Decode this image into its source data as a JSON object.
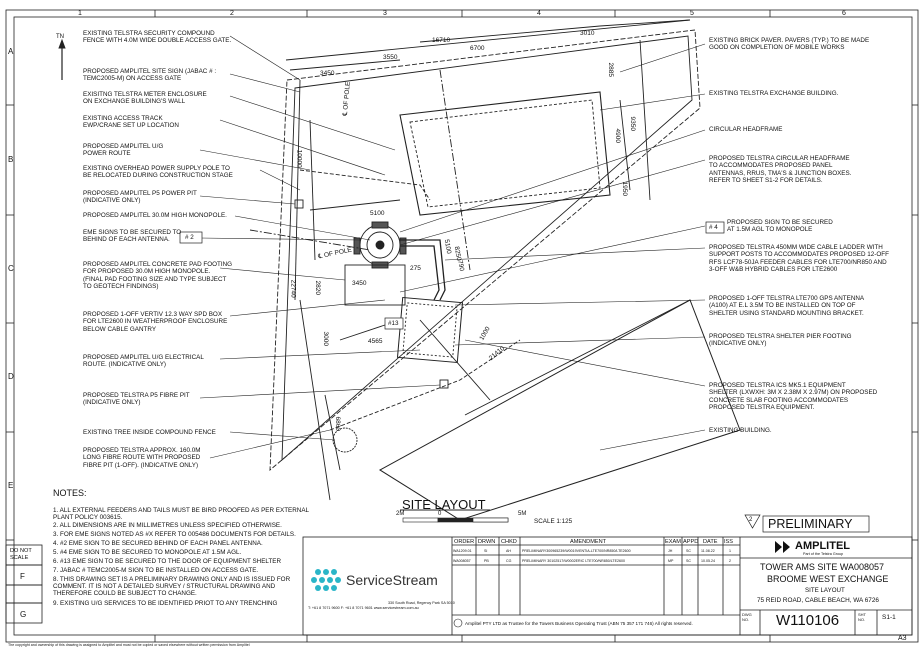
{
  "border": {
    "columns": [
      "1",
      "2",
      "3",
      "4",
      "5",
      "6"
    ],
    "rows": [
      "A",
      "B",
      "C",
      "D",
      "E",
      "F",
      "G"
    ],
    "sheet_size": "A3",
    "copyright": "The copyright and ownership of this drawing is assigned to Amplitel and must not be copied or saved elsewhere without written permission from Amplitel"
  },
  "north_label": "TN",
  "labels_left": [
    "EXISTING TELSTRA SECURITY COMPOUND\nFENCE WITH 4.0m WIDE DOUBLE ACCESS GATE.",
    "PROPOSED AMPLITEL SITE SIGN (JABAC # :\nTEMC2005-M) ON ACCESS GATE",
    "EXISITNG TELSTRA METER ENCLOSURE\nON EXCHANGE BUILDING'S WALL",
    "EXISTING ACCESS TRACK\nEWP/CRANE SET UP LOCATION",
    "PROPOSED AMPLITEL U/G\nPOWER ROUTE",
    "EXISTING OVERHEAD POWER SUPPLY POLE TO\nBE RELOCATED DURING CONSTRUCTION STAGE",
    "PROPOSED AMPLITEL P5 POWER PIT\n(INDICATIVE ONLY)",
    "PROPOSED AMPLITEL 30.0m HIGH  MONOPOLE.",
    "EME SIGNS TO BE SECURED TO\nBEHIND OF EACH ANTENNA.",
    "PROPOSED AMPLITEL CONCRETE PAD FOOTING\nFOR PROPOSED 30.0m HIGH MONOPOLE.\n(FINAL PAD FOOTING SIZE AND TYPE SUBJECT\nTO GEOTECH FINDINGS)",
    "PROPOSED 1-OFF VERTIV 12.3 WAY SPD BOX\nFOR LTE2600 IN WEATHERPROOF ENCLOSURE\nBELOW CABLE GANTRY",
    "PROPOSED AMPLITEL U/G ELECTRICAL\nROUTE. (INDICATIVE ONLY)",
    "PROPOSED TELSTRA P5 FIBRE PIT\n(INDICATIVE ONLY)",
    "EXISTING TREE INSIDE COMPOUND FENCE",
    "PROPOSED TELSTRA APPROX. 160.0m\nLONG FIBRE ROUTE WITH PROPOSED\nFIBRE PIT (1-OFF). (INDICATIVE ONLY)"
  ],
  "labels_right": [
    "EXISTING BRICK PAVER. PAVERS (TYP.) TO BE MADE\nGOOD ON COMPLETION OF MOBILE WORKS",
    "EXISTING TELSTRA  EXCHANGE BUILDING.",
    "CIRCULAR HEADFRAME",
    "PROPOSED TELSTRA CIRCULAR HEADFRAME\nTO ACCOMMODATES PROPOSED PANEL\nANTENNAS, RRUS, TMA'S & JUNCTION BOXES.\nREFER TO SHEET S1-2 FOR DETAILS.",
    "PROPOSED SIGN TO BE SECURED\nAT 1.5m AGL TO MONOPOLE",
    "PROPOSED TELSTRA 450mm WIDE CABLE LADDER WITH\nSUPPORT POSTS TO ACCOMMODATES PROPOSED 12-OFF\nRFS LCF78-50JA FEEDER CABLES FOR LTE700/NR850 AND\n3-OFF W&B HYBRID CABLES FOR LTE2600",
    "PROPOSED 1-OFF TELSTRA LTE700 GPS ANTENNA\n(A100) AT E.L 3.5m TO BE INSTALLED ON TOP OF\nSHELTER USING STANDARD MOUNTING BRACKET.",
    "PROPOSED TELSTRA SHELTER PIER FOOTING\n(INDICATIVE ONLY)",
    "PROPOSED TELSTRA ICS MK5.1 EQUIPMENT\nSHELTER (LxWxH: 3m x 2.38m x 2.97m) ON PROPOSED\nCONCRETE SLAB FOOTING ACCOMMODATES\nPROPOSED TELSTRA EQUIPMENT.",
    "EXISTING BUILDING."
  ],
  "tags": {
    "eme_tag": "# 2",
    "sign_tag": "# 4",
    "tag13": "#13"
  },
  "dimensions": {
    "d16710": "16710",
    "d6700": "6700",
    "d3010": "3010",
    "d3550": "3550",
    "d3450a": "3450",
    "d2885": "2885",
    "d9350": "9350",
    "d4900": "4900",
    "d10000": "10000",
    "d5100": "5100",
    "d5100b": "5100",
    "d8250": "8250",
    "d22740": "22740",
    "d2820": "2820",
    "d3450b": "3450",
    "d275": "275",
    "d3000": "3000",
    "d4565": "4565",
    "d1000": "1000",
    "d21410": "21410",
    "d6860": "6860",
    "d1950": "1950",
    "d790": "790"
  },
  "centre_labels": {
    "pole1": "℄ OF POLE",
    "pole2": "℄ OF POLE"
  },
  "site_layout": {
    "title": "SITE LAYOUT",
    "s0": "2m",
    "s1": "0",
    "s2": "5m",
    "scale": "SCALE 1:125"
  },
  "notes_title": "NOTES:",
  "notes": [
    "1.   ALL EXTERNAL FEEDERS AND TAILS MUST BE BIRD PROOFED AS PER EXTERNAL\n       PLANT POLICY 003615.",
    "2.   ALL DIMENSIONS ARE IN MILLIMETRES UNLESS SPECIFIED OTHERWISE.",
    "3.   FOR EME SIGNS NOTED AS #X REFER TO 005486 DOCUMENTS FOR DETAILS.",
    "4.   #2   EME SIGN TO BE SECURED BEHIND OF EACH PANEL ANTENNA.",
    "5.   #4   EME SIGN TO BE SECURED TO MONOPOLE AT 1.5m AGL.",
    "6.   #13  EME SIGN TO BE SECURED TO THE DOOR OF EQUIPMENT SHELTER",
    "7.   JABAC #  TEMC2005-M SIGN TO BE INSTALLED ON ACCESS GATE.",
    "8.   THIS DRAWING SET IS A PRELIMINARY DRAWING ONLY AND IS ISSUED FOR\n       COMMENT. IT IS NOT A DETAILED SURVEY / STRUCTURAL DRAWING AND\n       THEREFORE COULD BE SUBJECT TO CHANGE.",
    "9.   EXISTING U/G SERVICES TO BE IDENTIFIED PRIOT TO ANY TRENCHING"
  ],
  "side_notes": [
    "DO NOT\nSCALE"
  ],
  "servicestream": {
    "name": "ServiceStream",
    "address": "330 South Road, Regency Park SA 5010",
    "contact": "T: +61 8 7071 9600  F: +61 8 7071 9601  www.servicestream.com.au"
  },
  "revisions": {
    "headers": [
      "ORDER",
      "DRWN",
      "CHKD",
      "AMENDMENT",
      "EXAM",
      "APPD",
      "DATE",
      "ISS"
    ],
    "rows": [
      [
        "WA1209.01",
        "SI",
        "AH",
        "PRELIMINARY300965239/W0019VENTIA-LTE700/NR850/LTE2600",
        "JH",
        "SC",
        "11.08.22",
        "1"
      ],
      [
        "WA008057",
        "PB",
        "CG",
        "PRELIMINARY 30102517/W0002ERIC LTE700/NR850/LTE2600",
        "MP",
        "SC",
        "10.05.24",
        "2"
      ]
    ]
  },
  "trustee": "Amplitel PTY LTD as Trustee for the Towers Business Operating Trust (ABN 75 357 171 746)  All rights reserved.",
  "status": {
    "issue": "2",
    "text": "PRELIMINARY"
  },
  "amplitel": {
    "name": "AMPLITEL",
    "sub": "Part of the Telstra Group"
  },
  "site": {
    "line1": "TOWER AMS SITE WA008057",
    "line2": "BROOME WEST EXCHANGE",
    "sheet_title": "SITE LAYOUT",
    "address": "75 REID ROAD, CABLE BEACH, WA 6726"
  },
  "drawing": {
    "dwg_label": "DWG\nNO.",
    "number": "W110106",
    "sht_label": "SHT\nNO.",
    "sheet": "S1-1"
  },
  "colors": {
    "line": "#222222",
    "accent": "#2ab5c8",
    "bg": "#ffffff"
  }
}
